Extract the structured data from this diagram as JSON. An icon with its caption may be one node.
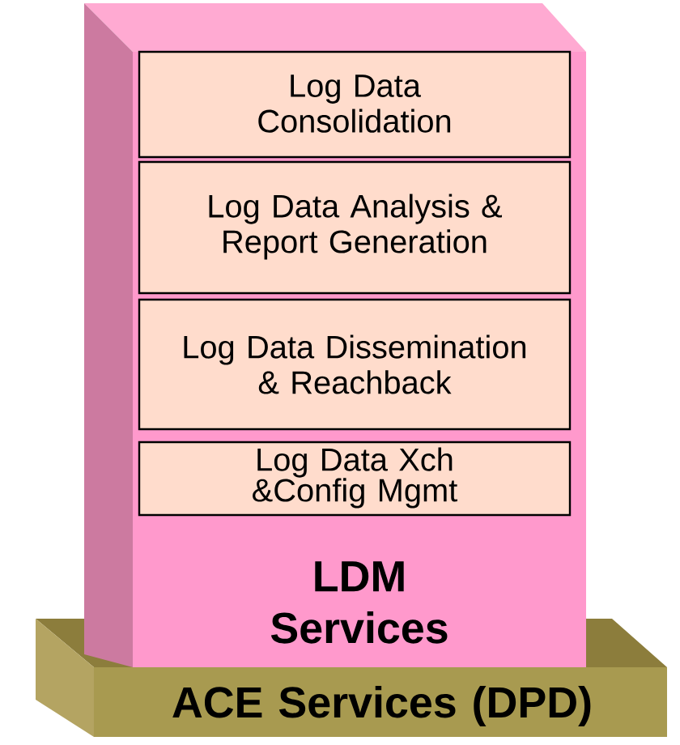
{
  "diagram": {
    "nodes": [
      {
        "text": [
          "LDM Services"
        ]
      },
      {
        "text": [
          "Log Data Consolidation"
        ],
        "in": 0
      },
      {
        "text": [
          "Log Data Analysis & Report Generation"
        ],
        "in": 0
      },
      {
        "text": [
          "Log Data Dissemination & Reachback"
        ],
        "in": 0
      },
      {
        "text": [
          "Log Data Xch &Config Mgmt"
        ],
        "in": 0
      },
      {
        "text": [
          "ACE Services (DPD)"
        ]
      }
    ]
  }
}
